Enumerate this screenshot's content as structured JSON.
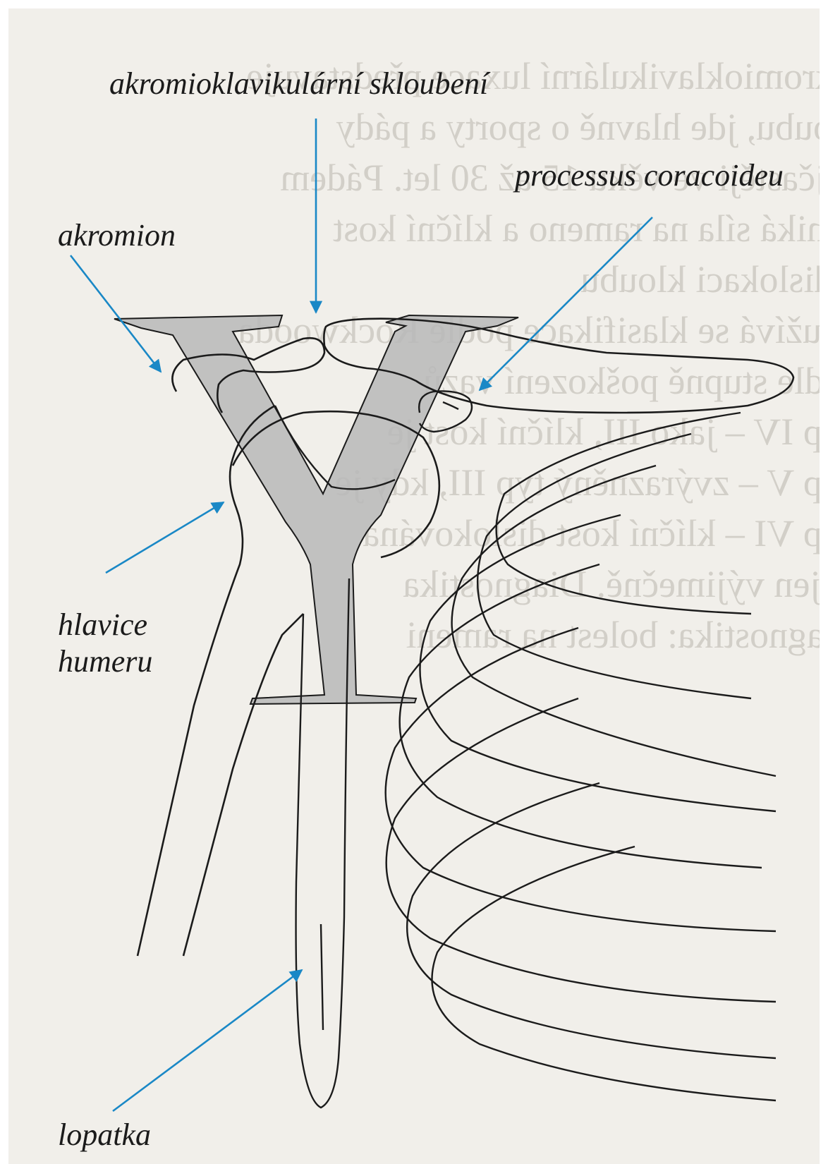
{
  "labels": {
    "acromioclavicular_joint": "akromioklavikulární skloubení",
    "coracoid_process": "processus coracoideu",
    "acromion": "akromion",
    "humeral_head_line1": "hlavice",
    "humeral_head_line2": "humeru",
    "scapula": "lopatka"
  },
  "colors": {
    "arrow": "#1a88c6",
    "ink": "#1b1b1b",
    "y_fill": "#b8b8b8",
    "paper": "#f1efea"
  }
}
